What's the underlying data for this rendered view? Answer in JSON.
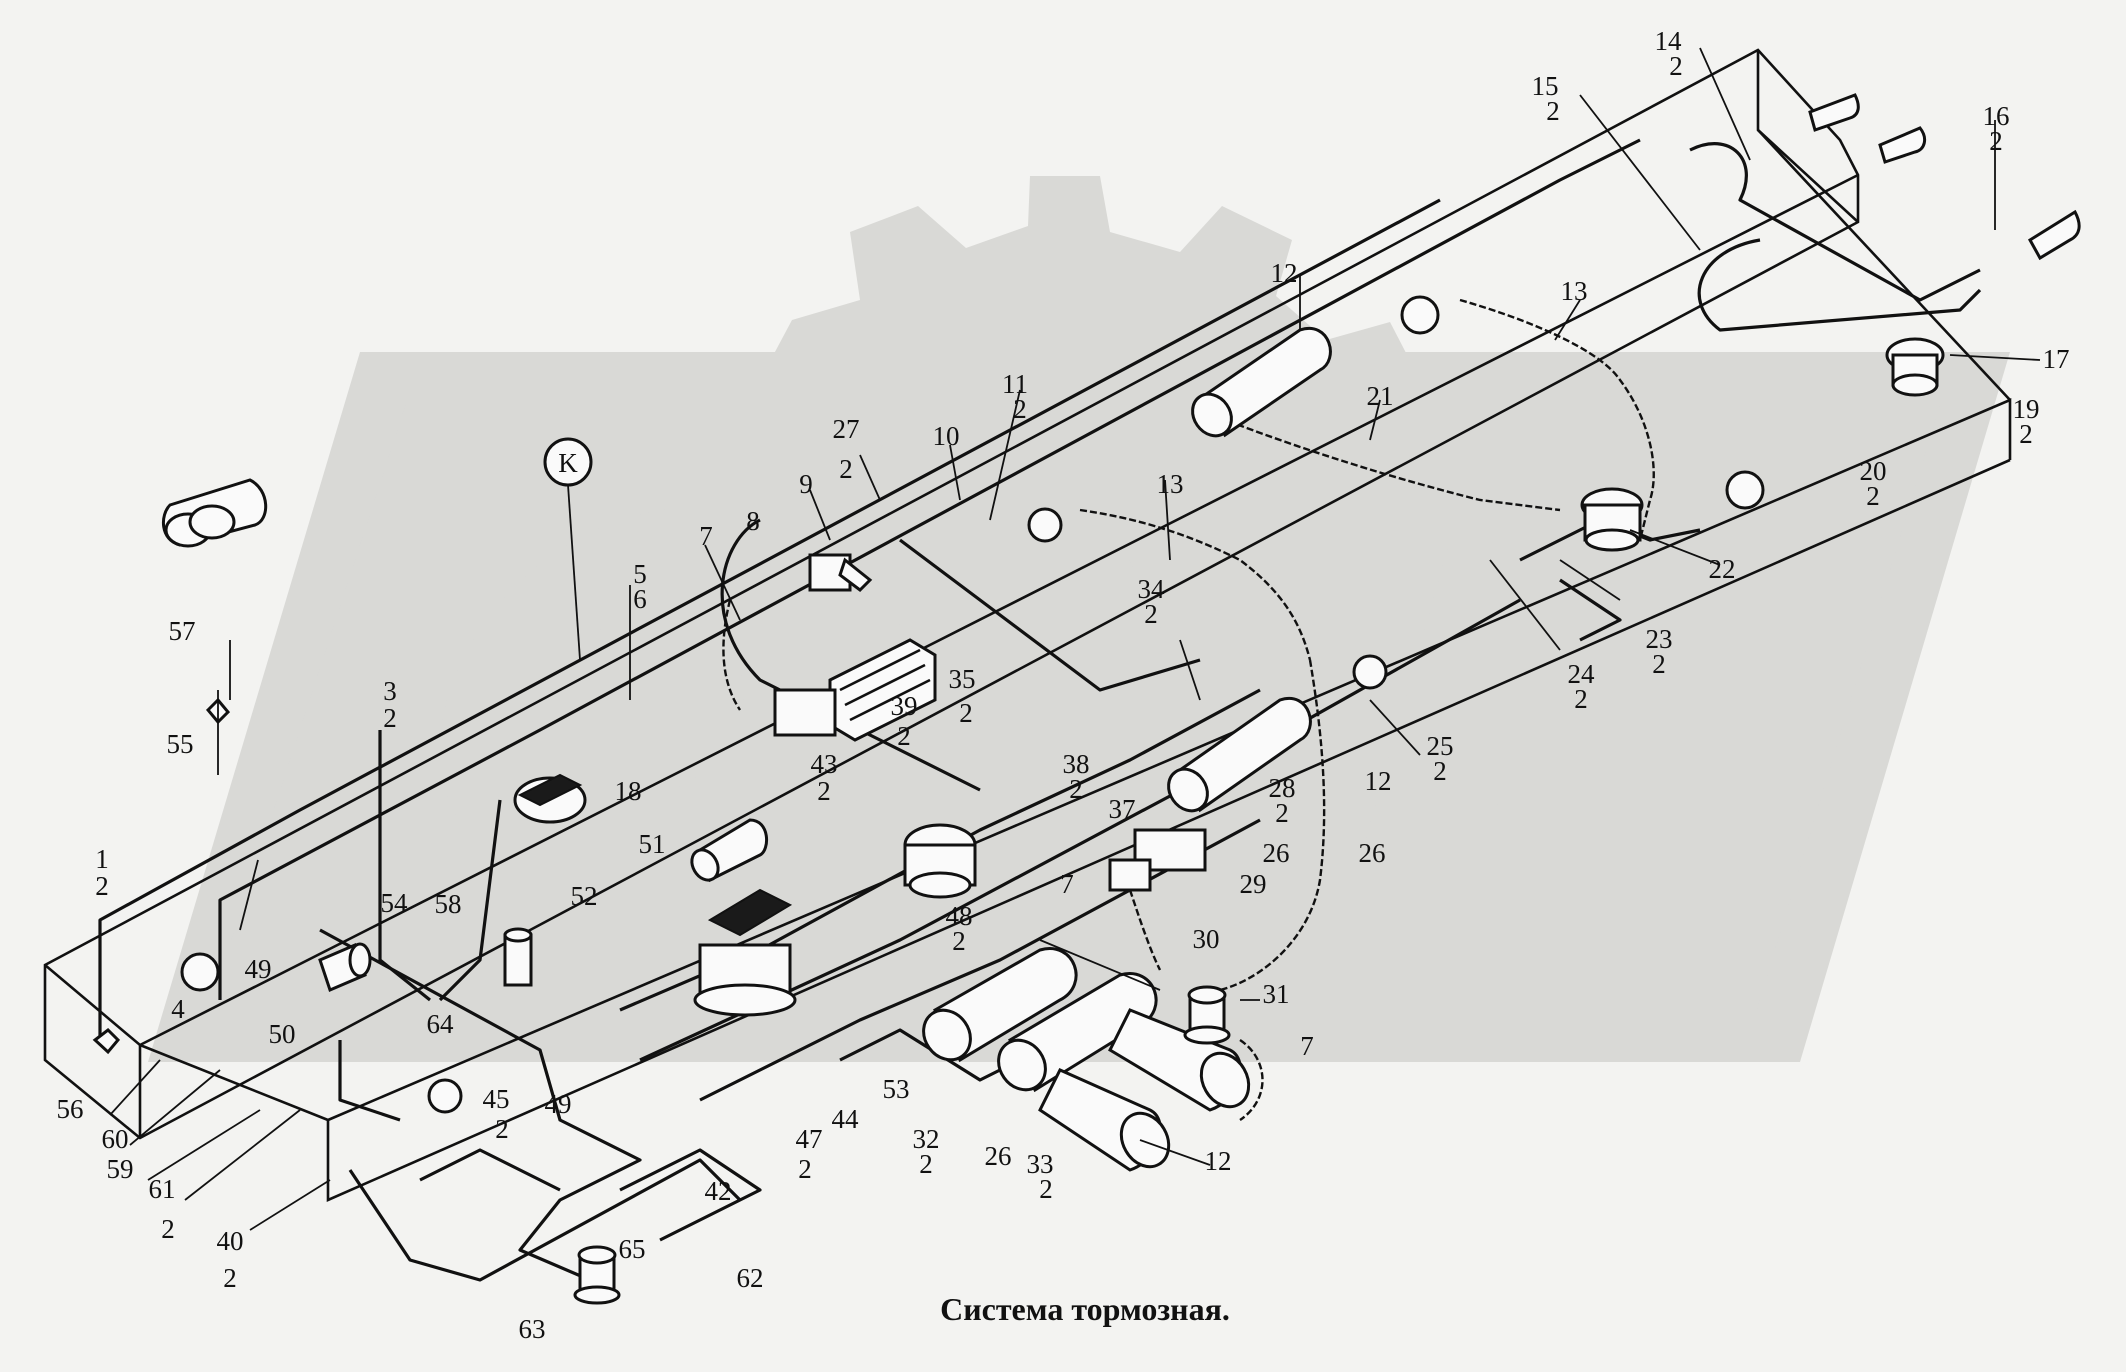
{
  "caption": "Система тормозная.",
  "callout": "K",
  "watermark_color": "#d9d9d6",
  "labels": [
    {
      "id": "l1",
      "text": "1"
    },
    {
      "id": "l1b",
      "text": "2"
    },
    {
      "id": "l3",
      "text": "3"
    },
    {
      "id": "l3b",
      "text": "2"
    },
    {
      "id": "l4",
      "text": "4"
    },
    {
      "id": "l5",
      "text": "5"
    },
    {
      "id": "l6",
      "text": "6"
    },
    {
      "id": "l7a",
      "text": "7"
    },
    {
      "id": "l7b",
      "text": "7"
    },
    {
      "id": "l7c",
      "text": "7"
    },
    {
      "id": "l8",
      "text": "8"
    },
    {
      "id": "l9",
      "text": "9"
    },
    {
      "id": "l10",
      "text": "10"
    },
    {
      "id": "l11",
      "text": "11"
    },
    {
      "id": "l11b",
      "text": "2"
    },
    {
      "id": "l12a",
      "text": "12"
    },
    {
      "id": "l12b",
      "text": "12"
    },
    {
      "id": "l12c",
      "text": "12"
    },
    {
      "id": "l13a",
      "text": "13"
    },
    {
      "id": "l13b",
      "text": "13"
    },
    {
      "id": "l14",
      "text": "14"
    },
    {
      "id": "l14b",
      "text": "2"
    },
    {
      "id": "l15",
      "text": "15"
    },
    {
      "id": "l15b",
      "text": "2"
    },
    {
      "id": "l16",
      "text": "16"
    },
    {
      "id": "l16b",
      "text": "2"
    },
    {
      "id": "l17",
      "text": "17"
    },
    {
      "id": "l18",
      "text": "18"
    },
    {
      "id": "l19",
      "text": "19"
    },
    {
      "id": "l19b",
      "text": "2"
    },
    {
      "id": "l20",
      "text": "20"
    },
    {
      "id": "l20b",
      "text": "2"
    },
    {
      "id": "l21",
      "text": "21"
    },
    {
      "id": "l22",
      "text": "22"
    },
    {
      "id": "l23",
      "text": "23"
    },
    {
      "id": "l23b",
      "text": "2"
    },
    {
      "id": "l24",
      "text": "24"
    },
    {
      "id": "l24b",
      "text": "2"
    },
    {
      "id": "l25",
      "text": "25"
    },
    {
      "id": "l25b",
      "text": "2"
    },
    {
      "id": "l26a",
      "text": "26"
    },
    {
      "id": "l26b",
      "text": "26"
    },
    {
      "id": "l26c",
      "text": "26"
    },
    {
      "id": "l27",
      "text": "27"
    },
    {
      "id": "l27b",
      "text": "2"
    },
    {
      "id": "l28",
      "text": "28"
    },
    {
      "id": "l28b",
      "text": "2"
    },
    {
      "id": "l29",
      "text": "29"
    },
    {
      "id": "l30",
      "text": "30"
    },
    {
      "id": "l31",
      "text": "31"
    },
    {
      "id": "l32",
      "text": "32"
    },
    {
      "id": "l32b",
      "text": "2"
    },
    {
      "id": "l33",
      "text": "33"
    },
    {
      "id": "l33b",
      "text": "2"
    },
    {
      "id": "l34",
      "text": "34"
    },
    {
      "id": "l34b",
      "text": "2"
    },
    {
      "id": "l35",
      "text": "35"
    },
    {
      "id": "l35b",
      "text": "2"
    },
    {
      "id": "l37",
      "text": "37"
    },
    {
      "id": "l38",
      "text": "38"
    },
    {
      "id": "l38b",
      "text": "2"
    },
    {
      "id": "l39",
      "text": "39"
    },
    {
      "id": "l39b",
      "text": "2"
    },
    {
      "id": "l40",
      "text": "40"
    },
    {
      "id": "l40b",
      "text": "2"
    },
    {
      "id": "l42",
      "text": "42"
    },
    {
      "id": "l43",
      "text": "43"
    },
    {
      "id": "l43b",
      "text": "2"
    },
    {
      "id": "l44",
      "text": "44"
    },
    {
      "id": "l45",
      "text": "45"
    },
    {
      "id": "l45b",
      "text": "2"
    },
    {
      "id": "l47",
      "text": "47"
    },
    {
      "id": "l47b",
      "text": "2"
    },
    {
      "id": "l48",
      "text": "48"
    },
    {
      "id": "l48b",
      "text": "2"
    },
    {
      "id": "l49a",
      "text": "49"
    },
    {
      "id": "l49b",
      "text": "49"
    },
    {
      "id": "l50",
      "text": "50"
    },
    {
      "id": "l51",
      "text": "51"
    },
    {
      "id": "l52",
      "text": "52"
    },
    {
      "id": "l53",
      "text": "53"
    },
    {
      "id": "l54",
      "text": "54"
    },
    {
      "id": "l55",
      "text": "55"
    },
    {
      "id": "l56",
      "text": "56"
    },
    {
      "id": "l57",
      "text": "57"
    },
    {
      "id": "l58",
      "text": "58"
    },
    {
      "id": "l59",
      "text": "59"
    },
    {
      "id": "l60",
      "text": "60"
    },
    {
      "id": "l61",
      "text": "61"
    },
    {
      "id": "l61b",
      "text": "2"
    },
    {
      "id": "l62",
      "text": "62"
    },
    {
      "id": "l63",
      "text": "63"
    },
    {
      "id": "l64",
      "text": "64"
    },
    {
      "id": "l65",
      "text": "65"
    }
  ]
}
